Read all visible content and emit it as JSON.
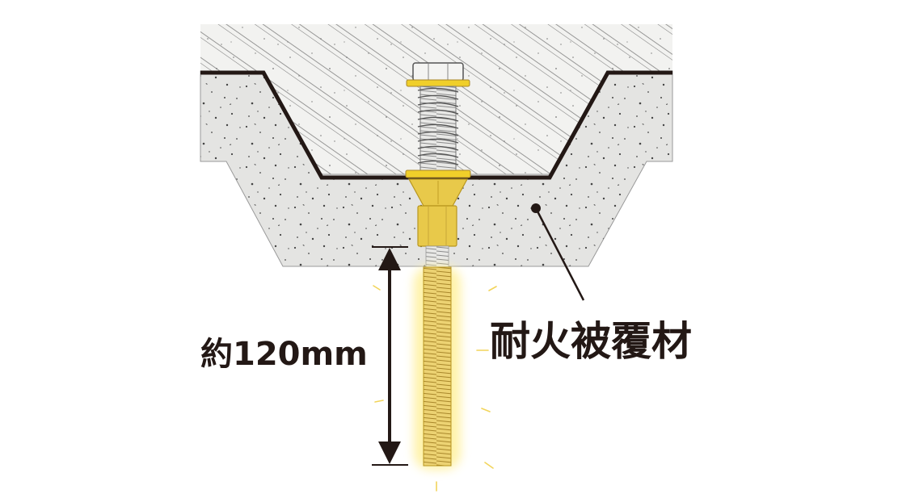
{
  "labels": {
    "dimension": "約120mm",
    "material": "耐火被覆材"
  },
  "colors": {
    "concrete_fill": "#e6e6e4",
    "coating_fill": "#d9d9d7",
    "outline": "#231815",
    "brass": "#e8c94a",
    "brass_dark": "#b8961f",
    "glow": "#fff3a8",
    "washer": "#f0cf2a",
    "hatch": "#555555"
  },
  "icons": {
    "bolt": "hex-bolt-with-spring",
    "anchor": "brass-anchor-nut",
    "rod": "threaded-rod",
    "dimension": "double-arrow-dimension",
    "leader": "dot-leader-line"
  }
}
